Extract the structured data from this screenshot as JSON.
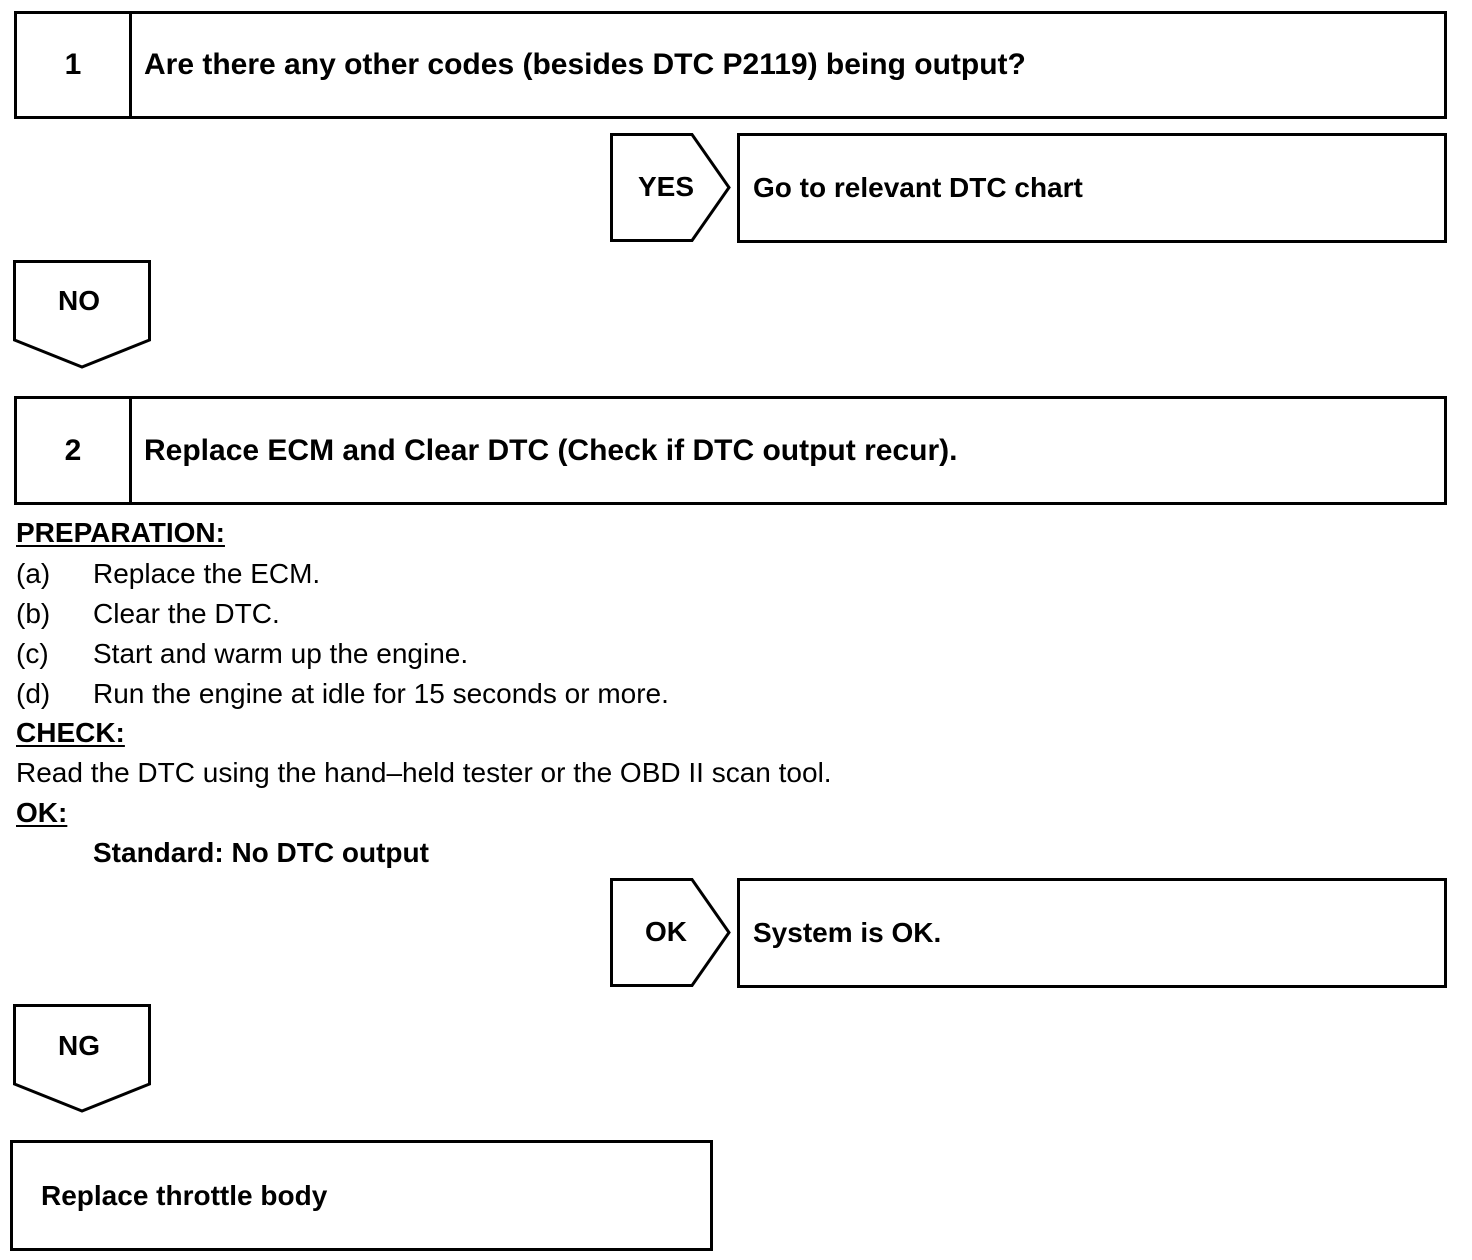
{
  "step1": {
    "number": "1",
    "title": "Are there any other codes (besides DTC P2119) being output?"
  },
  "yes_branch": {
    "label": "YES",
    "result": "Go to relevant DTC chart"
  },
  "no_branch": {
    "label": "NO"
  },
  "step2": {
    "number": "2",
    "title": "Replace ECM and Clear DTC (Check if DTC output recur)."
  },
  "preparation": {
    "heading": "PREPARATION:",
    "items": [
      {
        "letter": "(a)",
        "text": "Replace the ECM."
      },
      {
        "letter": "(b)",
        "text": "Clear the DTC."
      },
      {
        "letter": "(c)",
        "text": "Start and warm up the engine."
      },
      {
        "letter": "(d)",
        "text": "Run the engine at idle for 15 seconds or more."
      }
    ]
  },
  "check": {
    "heading": "CHECK:",
    "text": "Read the DTC using the hand–held tester or the OBD II scan tool."
  },
  "ok_section": {
    "heading": "OK:",
    "standard": "Standard: No DTC output"
  },
  "ok_branch": {
    "label": "OK",
    "result": "System is OK."
  },
  "ng_branch": {
    "label": "NG"
  },
  "final": {
    "text": "Replace throttle body"
  }
}
